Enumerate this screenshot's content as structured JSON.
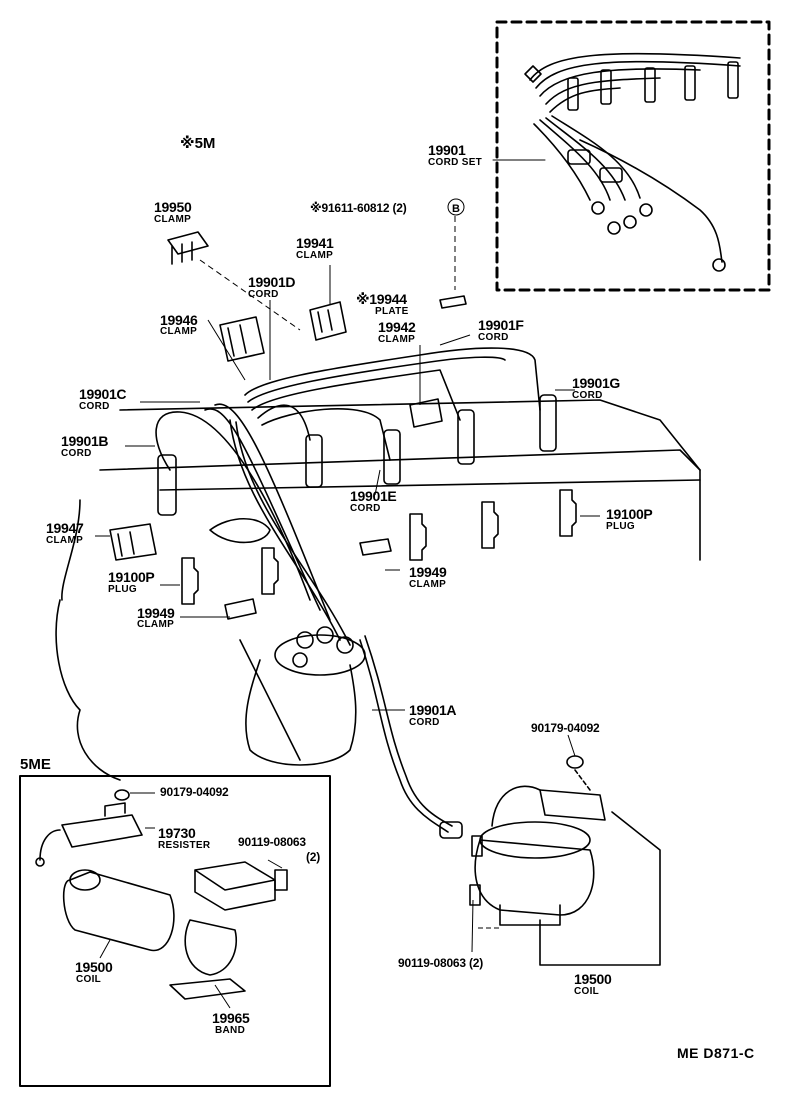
{
  "parts": {
    "cord_set": {
      "number": "19901",
      "name": "CORD SET"
    },
    "clamp_19950": {
      "number": "19950",
      "name": "CLAMP"
    },
    "bolt_b": {
      "number": "※91611-60812 (2)",
      "ref": "B"
    },
    "clamp_19941": {
      "number": "19941",
      "name": "CLAMP"
    },
    "cord_d": {
      "number": "19901D",
      "name": "CORD"
    },
    "plate_19944": {
      "number": "※19944",
      "name": "PLATE"
    },
    "clamp_19946": {
      "number": "19946",
      "name": "CLAMP"
    },
    "clamp_19942": {
      "number": "19942",
      "name": "CLAMP"
    },
    "cord_f": {
      "number": "19901F",
      "name": "CORD"
    },
    "cord_c": {
      "number": "19901C",
      "name": "CORD"
    },
    "cord_g": {
      "number": "19901G",
      "name": "CORD"
    },
    "cord_b": {
      "number": "19901B",
      "name": "CORD"
    },
    "cord_e": {
      "number": "19901E",
      "name": "CORD"
    },
    "plug_right": {
      "number": "19100P",
      "name": "PLUG"
    },
    "clamp_19947": {
      "number": "19947",
      "name": "CLAMP"
    },
    "clamp_19949_right": {
      "number": "19949",
      "name": "CLAMP"
    },
    "plug_left": {
      "number": "19100P",
      "name": "PLUG"
    },
    "clamp_19949_left": {
      "number": "19949",
      "name": "CLAMP"
    },
    "cord_a": {
      "number": "19901A",
      "name": "CORD"
    },
    "nut_right": {
      "number": "90179-04092"
    },
    "bolt_right": {
      "number": "90119-08063 (2)"
    },
    "coil_right": {
      "number": "19500",
      "name": "COIL"
    }
  },
  "variant_5m": {
    "label": "※5M"
  },
  "inset_5me": {
    "title": "5ME",
    "nut": {
      "number": "90179-04092"
    },
    "resister": {
      "number": "19730",
      "name": "RESISTER"
    },
    "bolt": {
      "number": "90119-08063",
      "qty": "(2)"
    },
    "coil": {
      "number": "19500",
      "name": "COIL"
    },
    "band": {
      "number": "19965",
      "name": "BAND"
    }
  },
  "footer": {
    "code": "ME  D871-C"
  }
}
